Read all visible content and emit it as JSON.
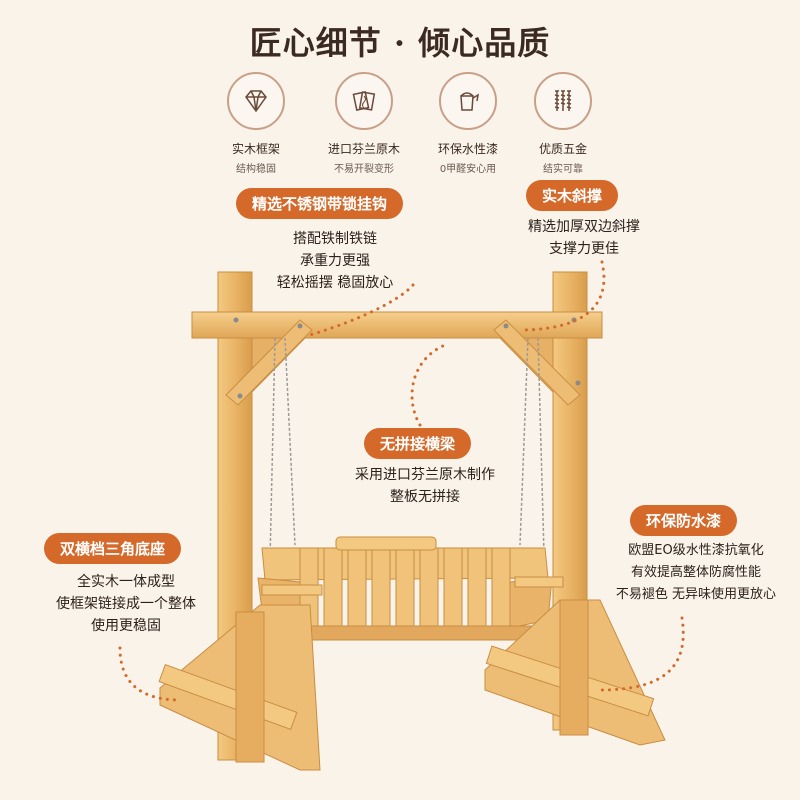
{
  "title": "匠心细节 · 倾心品质",
  "features": [
    {
      "icon": "diamond-icon",
      "label": "实木框架",
      "sub": "结构稳固"
    },
    {
      "icon": "wood-planks-icon",
      "label": "进口芬兰原木",
      "sub": "不易开裂变形"
    },
    {
      "icon": "paint-bucket-icon",
      "label": "环保水性漆",
      "sub": "0甲醛安心用"
    },
    {
      "icon": "screws-icon",
      "label": "优质五金",
      "sub": "结实可靠"
    }
  ],
  "callouts": {
    "hook": {
      "title": "精选不锈钢带锁挂钩",
      "lines": [
        "搭配铁制铁链",
        "承重力更强",
        "轻松摇摆 稳固放心"
      ]
    },
    "brace": {
      "title": "实木斜撑",
      "lines": [
        "精选加厚双边斜撑",
        "支撑力更佳"
      ]
    },
    "beam": {
      "title": "无拼接横梁",
      "lines": [
        "采用进口芬兰原木制作",
        "整板无拼接"
      ]
    },
    "base": {
      "title": "双横档三角底座",
      "lines": [
        "全实木一体成型",
        "使框架链接成一个整体",
        "使用更稳固"
      ]
    },
    "paint": {
      "title": "环保防水漆",
      "lines": [
        "欧盟EO级水性漆抗氧化",
        "有效提高整体防腐性能",
        "不易褪色 无异味使用更放心"
      ]
    }
  },
  "colors": {
    "accent": "#d4692a",
    "wood": "#e8b56a",
    "background": "#faf3ea"
  }
}
